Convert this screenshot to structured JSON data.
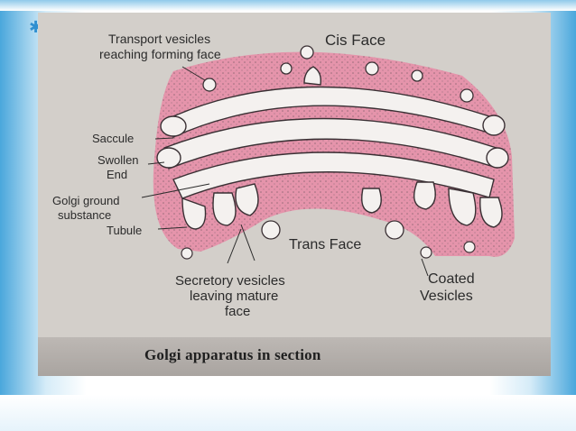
{
  "colors": {
    "slide_accent": "#4aa7dc",
    "cytoplasm_pink": "#e88aa6",
    "membrane_white": "#f4f1ef"
  },
  "decor": {
    "star_icon": "✱",
    "star_icon_name": "asterisk-icon"
  },
  "figure": {
    "labels": {
      "transport_line1": "Transport vesicles",
      "transport_line2": "reaching forming face",
      "cis_face": "Cis Face",
      "saccule": "Saccule",
      "swollen_line1": "Swollen",
      "swollen_line2": "End",
      "golgi_line1": "Golgi ground",
      "golgi_line2": "substance",
      "tubule": "Tubule",
      "trans_face": "Trans Face",
      "secretory_line1": "Secretory vesicles",
      "secretory_line2": "leaving mature",
      "secretory_line3": "face",
      "coated_line1": "Coated",
      "coated_line2": "Vesicles"
    },
    "caption": "Golgi apparatus in section"
  }
}
